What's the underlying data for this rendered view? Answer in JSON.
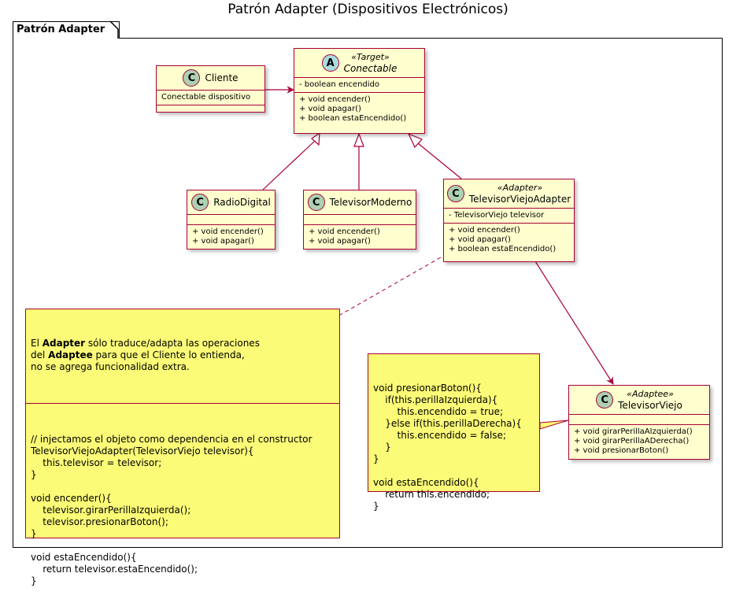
{
  "title": "Patrón Adapter (Dispositivos Electrónicos)",
  "package": "Patrón Adapter",
  "colors": {
    "class_fill": "#fefece",
    "border": "#a80036",
    "note_fill": "#fbfb77",
    "badge_class": "#add1b2",
    "badge_abstract": "#a9dcdf"
  },
  "classes": {
    "cliente": {
      "badge": "C",
      "name": "Cliente",
      "attributes": [
        "Conectable dispositivo"
      ],
      "methods": []
    },
    "conectable": {
      "badge": "A",
      "stereotype": "«Target»",
      "name": "Conectable",
      "attributes": [
        "- boolean encendido"
      ],
      "methods": [
        "+ void encender()",
        "+ void apagar()",
        "+ boolean estaEncendido()"
      ]
    },
    "radio": {
      "badge": "C",
      "name": "RadioDigital",
      "attributes": [],
      "methods": [
        "+ void encender()",
        "+ void apagar()"
      ]
    },
    "moderno": {
      "badge": "C",
      "name": "TelevisorModerno",
      "attributes": [],
      "methods": [
        "+ void encender()",
        "+ void apagar()"
      ]
    },
    "adapter": {
      "badge": "C",
      "stereotype": "«Adapter»",
      "name": "TelevisorViejoAdapter",
      "attributes": [
        "- TelevisorViejo televisor"
      ],
      "methods": [
        "+ void encender()",
        "+ void apagar()",
        "+ boolean estaEncendido()"
      ]
    },
    "viejo": {
      "badge": "C",
      "stereotype": "«Adaptee»",
      "name": "TelevisorViejo",
      "attributes": [],
      "methods": [
        "+ void girarPerillaAIzquierda()",
        "+ void girarPerillaADerecha()",
        "+ void presionarBoton()"
      ]
    }
  },
  "notes": {
    "adapter_note": {
      "intro_parts": [
        "El ",
        "Adapter",
        " sólo traduce/adapta las operaciones\ndel ",
        "Adaptee",
        " para que el Cliente lo entienda,\nno se agrega funcionalidad extra."
      ],
      "code": "// injectamos el objeto como dependencia en el constructor\nTelevisorViejoAdapter(TelevisorViejo televisor){\n    this.televisor = televisor;\n}\n\nvoid encender(){\n    televisor.girarPerillaIzquierda();\n    televisor.presionarBoton();\n}\n\nvoid estaEncendido(){\n    return televisor.estaEncendido();\n}"
    },
    "adaptee_note": {
      "code": "void presionarBoton(){\n    if(this.perillaIzquierda){\n        this.encendido = true;\n    }else if(this.perillaDerecha){\n        this.encendido = false;\n    }\n}\n\nvoid estaEncendido(){\n    return this.encendido;\n}"
    }
  }
}
